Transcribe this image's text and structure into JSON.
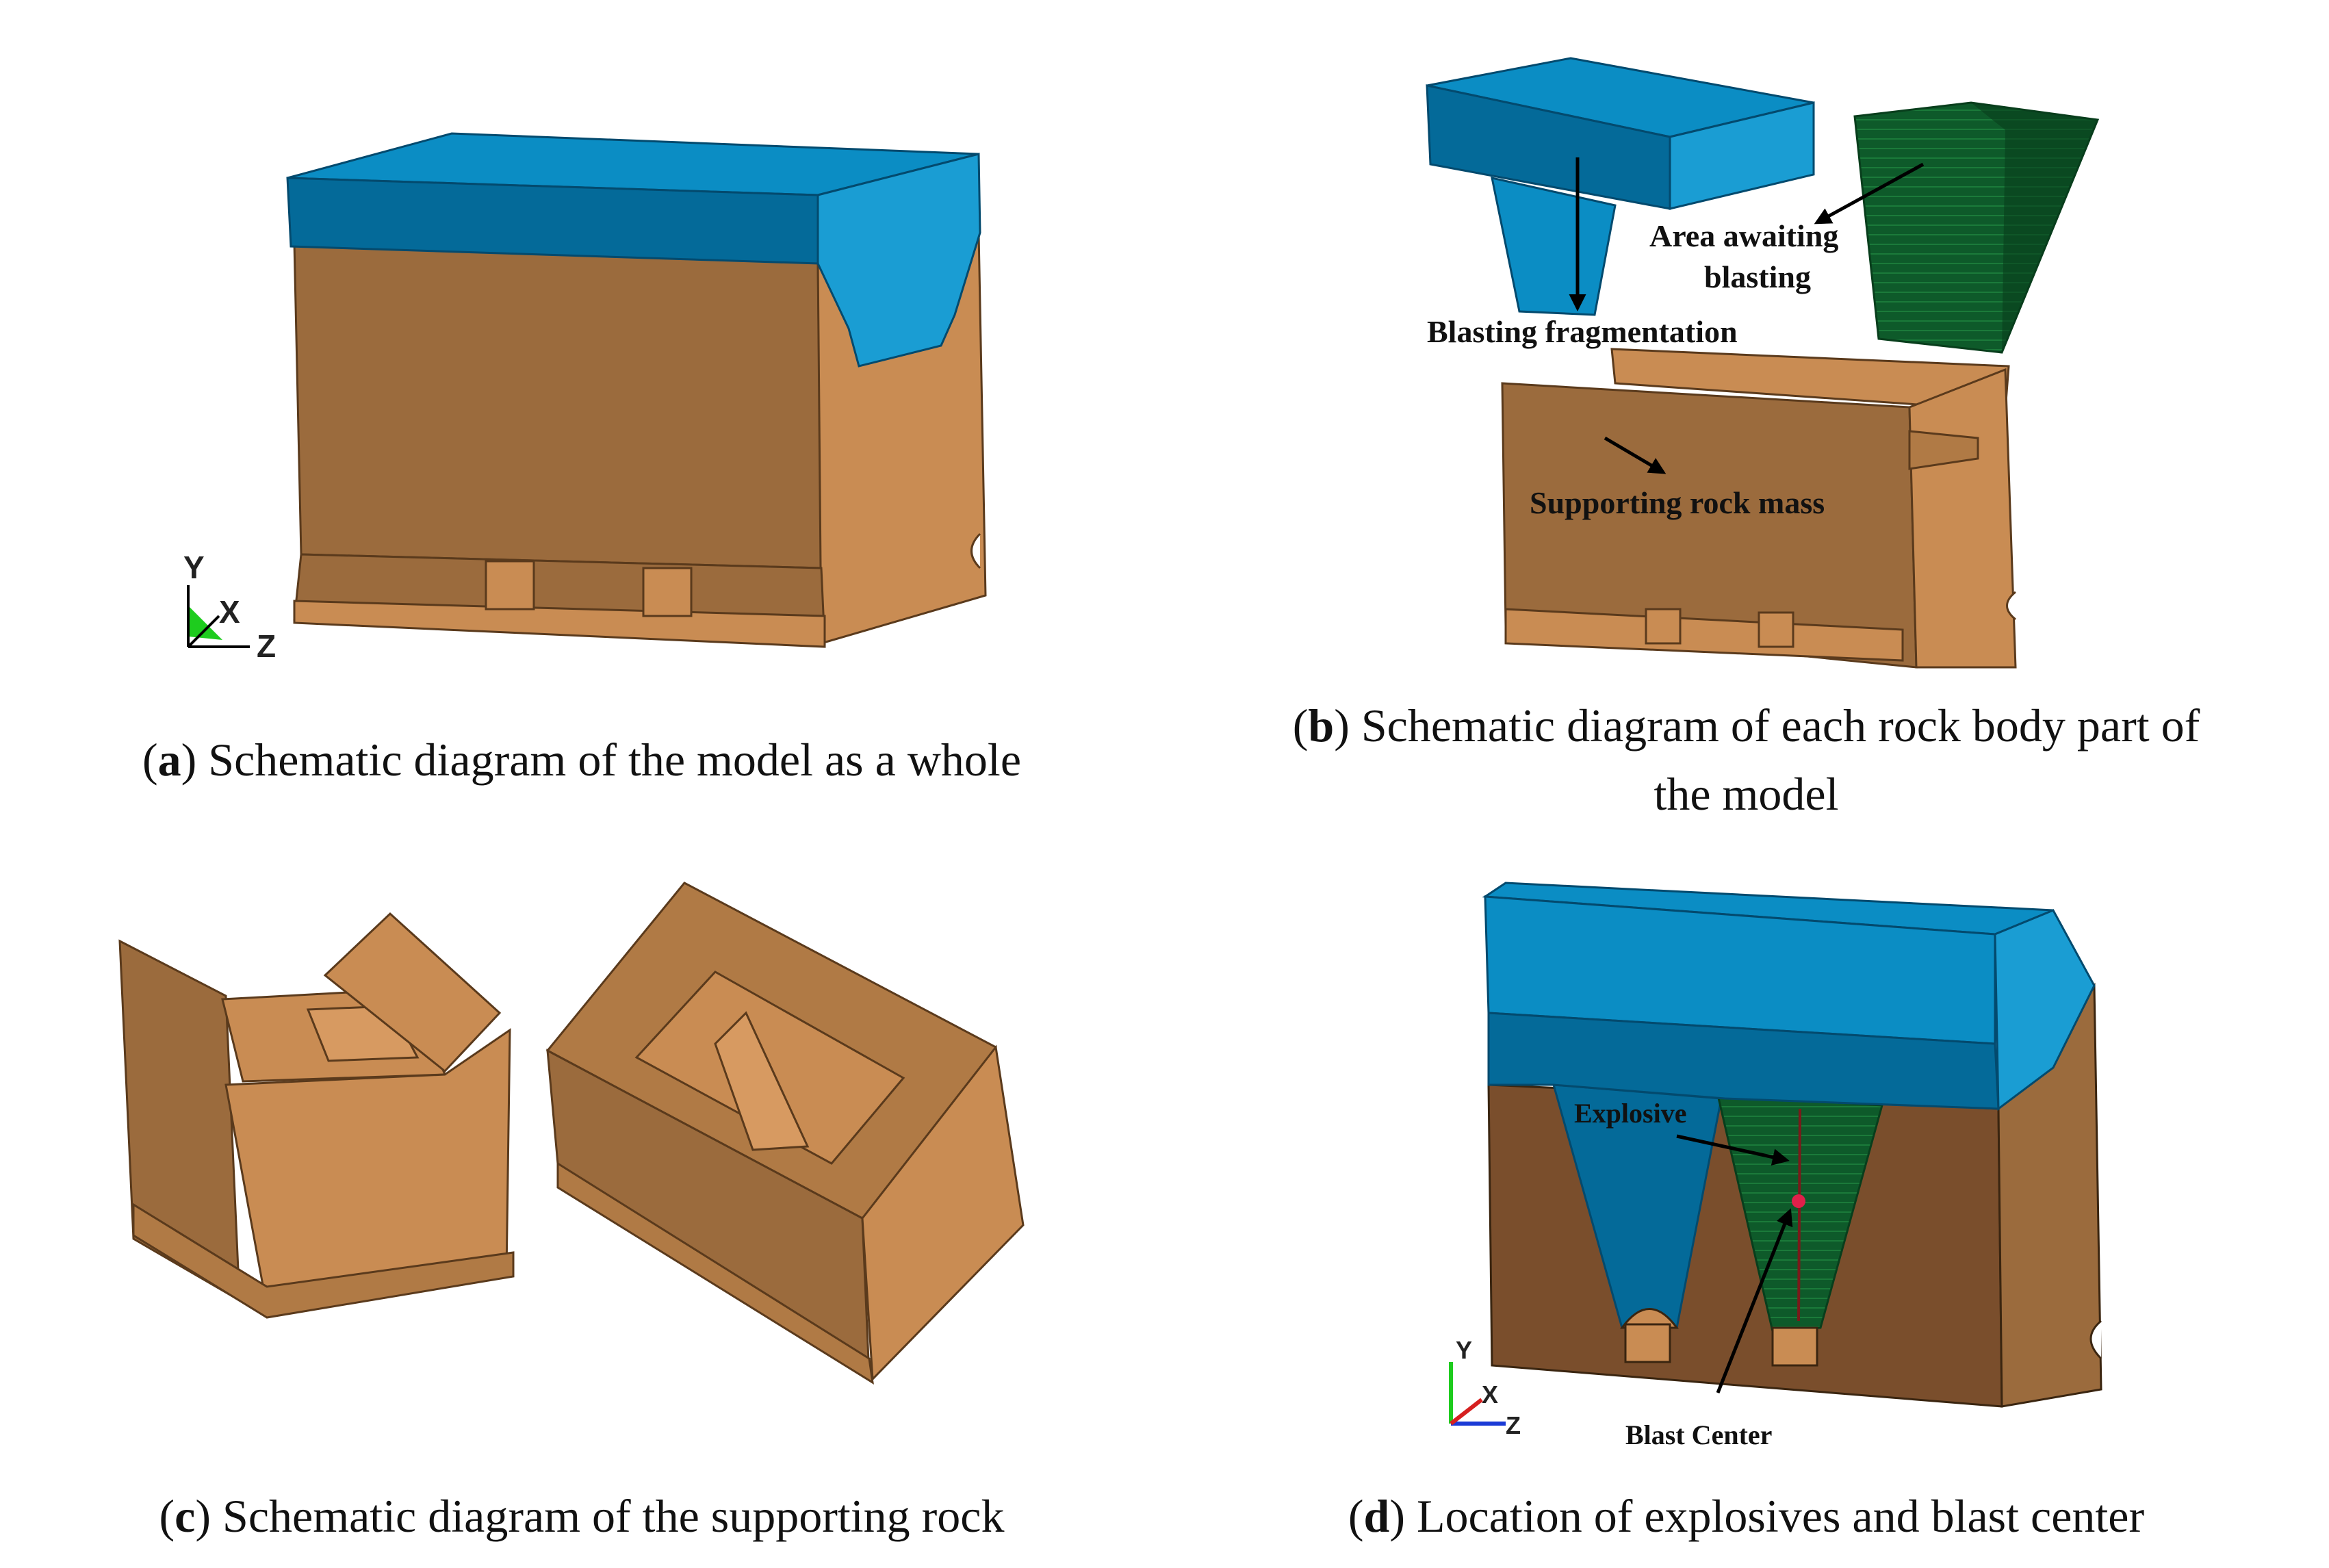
{
  "colors": {
    "blue_top": "#0b8dc4",
    "blue_front": "#046a99",
    "blue_side": "#1a9dd3",
    "rock_front": "#9b6b3d",
    "rock_side": "#c98c53",
    "rock_dark": "#7a4e2c",
    "green": "#0e5a2a",
    "green_dark": "#083e1c"
  },
  "panels": {
    "a": {
      "letter": "a",
      "caption": "Schematic diagram of the model as a whole",
      "axis": {
        "y": "Y",
        "x": "X",
        "z": "Z"
      }
    },
    "b": {
      "letter": "b",
      "caption_line1": "Schematic diagram of each rock body part of",
      "caption_line2": "the model",
      "label_area_line1": "Area awaiting",
      "label_area_line2": "blasting",
      "label_fragmentation": "Blasting fragmentation",
      "label_support": "Supporting rock mass"
    },
    "c": {
      "letter": "c",
      "caption": "Schematic diagram of the supporting rock"
    },
    "d": {
      "letter": "d",
      "caption": "Location of explosives and blast center",
      "label_explosive": "Explosive",
      "label_blast_center": "Blast Center",
      "axis": {
        "y": "Y",
        "x": "X",
        "z": "Z"
      }
    }
  }
}
